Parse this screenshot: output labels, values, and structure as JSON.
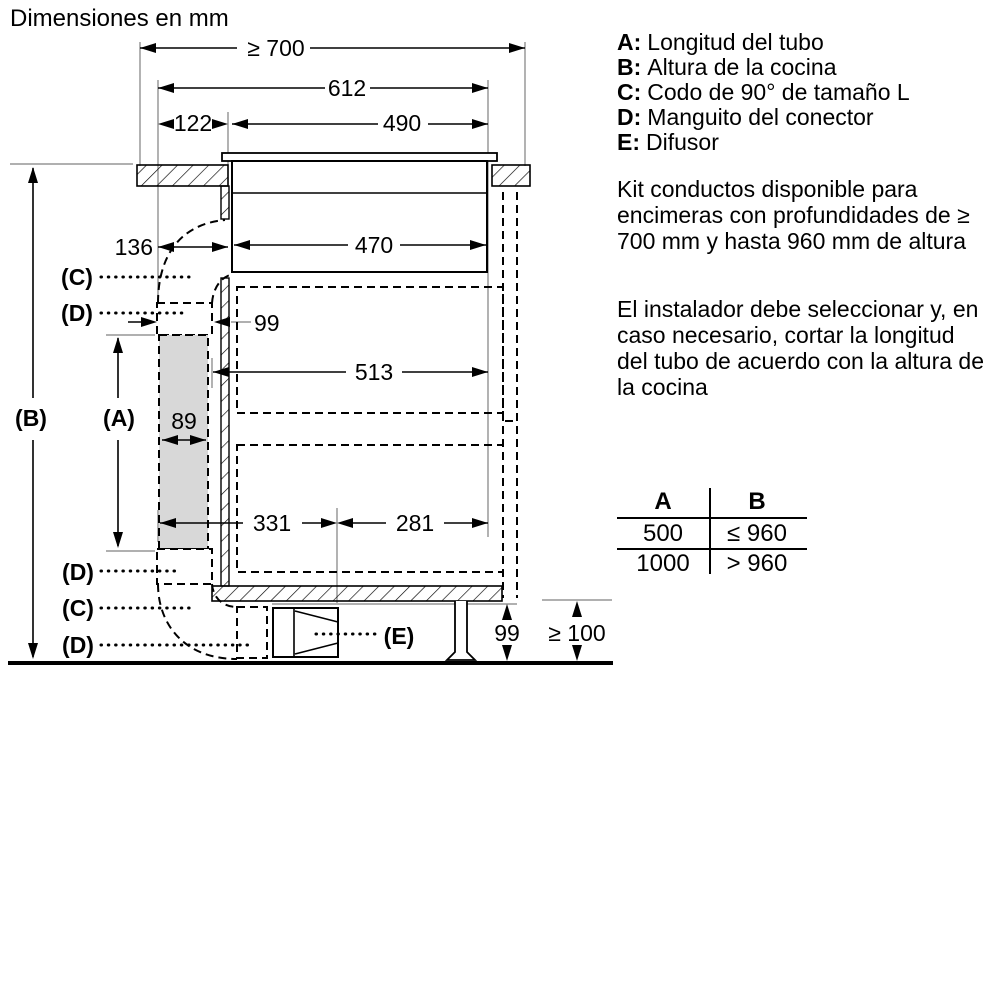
{
  "title": "Dimensiones en mm",
  "legend": {
    "items": [
      {
        "key": "A:",
        "text": "Longitud del tubo"
      },
      {
        "key": "B:",
        "text": "Altura de la cocina"
      },
      {
        "key": "C:",
        "text": "Codo de 90° de tamaño L"
      },
      {
        "key": "D:",
        "text": "Manguito del conector"
      },
      {
        "key": "E:",
        "text": "Difusor"
      }
    ]
  },
  "notes": {
    "kit": "Kit conductos disponible para\nencimeras con profundidades de ≥\n700 mm y hasta 960 mm de altura",
    "installer": "El instalador debe seleccionar y, en\ncaso necesario, cortar la longitud\ndel tubo de acuerdo con la altura de\nla cocina"
  },
  "table": {
    "headers": [
      "A",
      "B"
    ],
    "rows": [
      [
        "500",
        "≤ 960"
      ],
      [
        "1000",
        "> 960"
      ]
    ]
  },
  "dims": {
    "d700": "≥ 700",
    "d612": "612",
    "d122": "122",
    "d490": "490",
    "d136": "136",
    "d470": "470",
    "d99_top": "99",
    "d513": "513",
    "d89": "89",
    "d331": "331",
    "d281": "281",
    "d99_bottom": "99",
    "d100": "≥ 100"
  },
  "labels": {
    "a": "(A)",
    "b": "(B)",
    "c": "(C)",
    "d": "(D)",
    "e": "(E)"
  },
  "colors": {
    "line": "#000000",
    "extension": "#808080",
    "duct_fill": "#d8d8d8"
  }
}
